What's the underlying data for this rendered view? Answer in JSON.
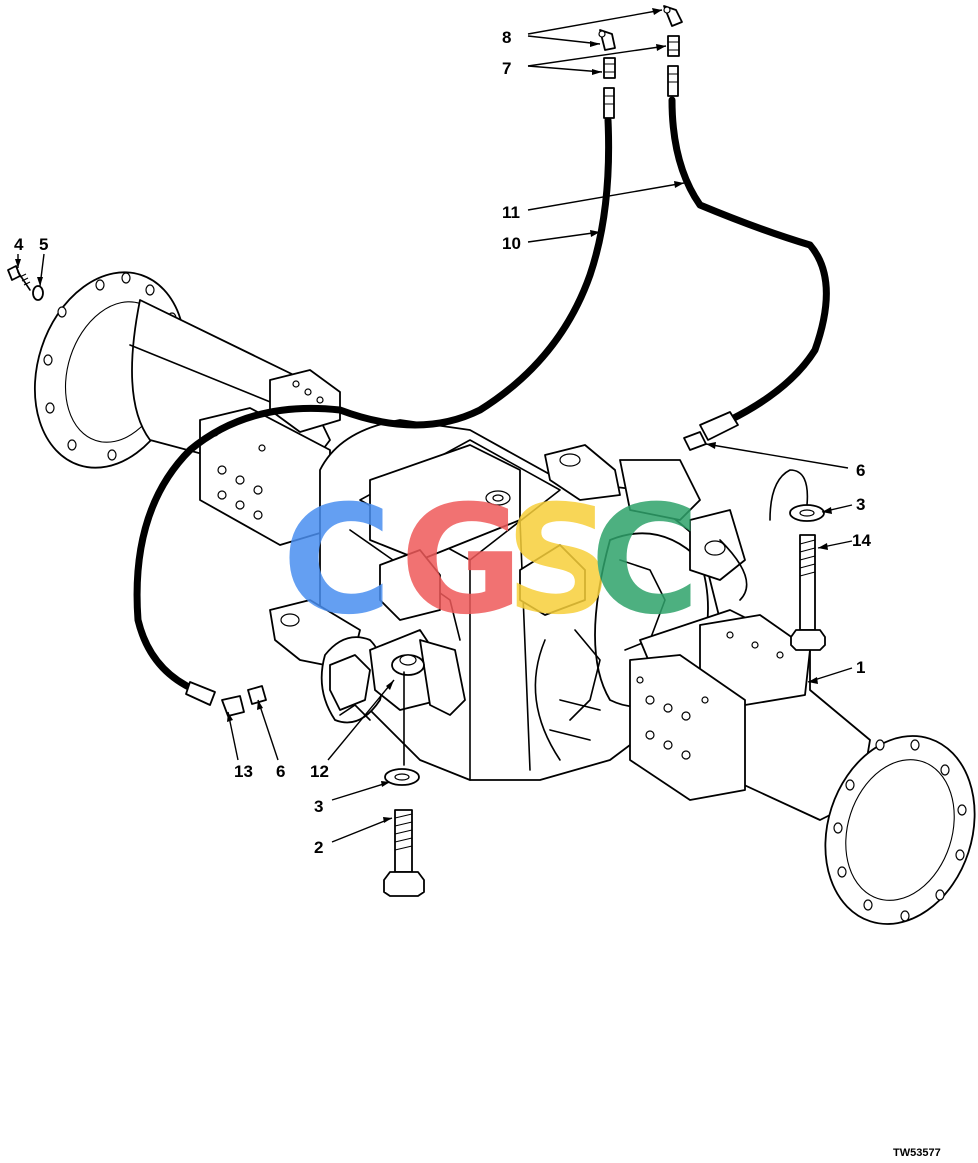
{
  "diagram": {
    "callouts": {
      "c1": "1",
      "c2": "2",
      "c3_upper": "3",
      "c3_lower": "3",
      "c4": "4",
      "c5": "5",
      "c6_right": "6",
      "c6_lower": "6",
      "c7": "7",
      "c8": "8",
      "c10": "10",
      "c11": "11",
      "c12": "12",
      "c13": "13",
      "c14": "14"
    },
    "figure_id": "TW53577",
    "watermark": {
      "letters": [
        "C",
        "G",
        "S",
        "C"
      ],
      "colors": [
        "#4a8ff0",
        "#ef5a5a",
        "#f7cf3a",
        "#2fa36b"
      ]
    }
  }
}
